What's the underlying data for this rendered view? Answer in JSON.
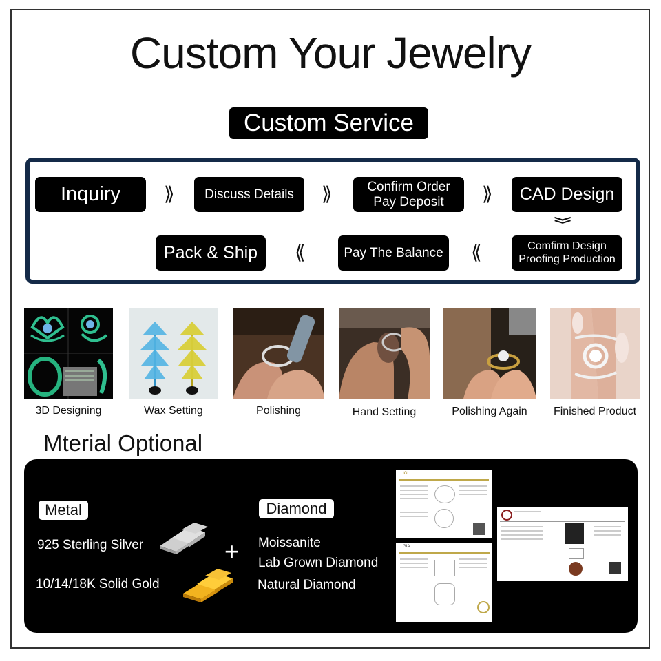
{
  "title": "Custom Your Jewelry",
  "service_label": "Custom Service",
  "process": {
    "steps": [
      "Inquiry",
      "Discuss Details",
      "Confirm Order",
      "Pay Deposit",
      "CAD Design",
      "Comfirm Design",
      "Proofing Production",
      "Pay The Balance",
      "Pack & Ship"
    ],
    "border_color": "#142a48"
  },
  "gallery": {
    "captions": [
      "3D Designing",
      "Wax Setting",
      "Polishing",
      "Hand Setting",
      "Polishing Again",
      "Finished Product"
    ]
  },
  "material": {
    "title": "Mterial Optional",
    "metal_label": "Metal",
    "metal_options": [
      "925 Sterling Silver",
      "10/14/18K Solid Gold"
    ],
    "plus": "+",
    "diamond_label": "Diamond",
    "diamond_options": [
      "Moissanite",
      "Lab Grown Diamond",
      "Natural Diamond"
    ],
    "cert_logos": [
      "IGI",
      "GIA"
    ]
  }
}
